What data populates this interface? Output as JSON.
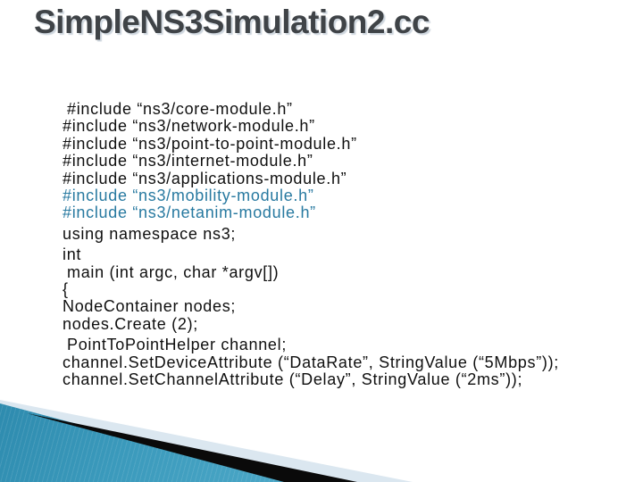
{
  "slide": {
    "title": "SimpleNS3Simulation2.cc",
    "code_lines": [
      {
        "text": "#include “ns3/core-module.h”",
        "color": "dark",
        "gap": false,
        "indent": true
      },
      {
        "text": "#include “ns3/network-module.h”",
        "color": "dark",
        "gap": false,
        "indent": false
      },
      {
        "text": "#include “ns3/point-to-point-module.h”",
        "color": "dark",
        "gap": false,
        "indent": false
      },
      {
        "text": "#include “ns3/internet-module.h”",
        "color": "dark",
        "gap": false,
        "indent": false
      },
      {
        "text": "#include “ns3/applications-module.h”",
        "color": "dark",
        "gap": false,
        "indent": false
      },
      {
        "text": "#include “ns3/mobility-module.h”",
        "color": "teal",
        "gap": false,
        "indent": false
      },
      {
        "text": "#include “ns3/netanim-module.h”",
        "color": "teal",
        "gap": false,
        "indent": false
      },
      {
        "text": "using namespace ns3;",
        "color": "dark",
        "gap": true,
        "indent": false
      },
      {
        "text": "int",
        "color": "dark",
        "gap": true,
        "indent": false
      },
      {
        "text": "main (int argc, char *argv[])",
        "color": "dark",
        "gap": false,
        "indent": true
      },
      {
        "text": "{",
        "color": "dark",
        "gap": false,
        "indent": false
      },
      {
        "text": "NodeContainer nodes;",
        "color": "dark",
        "gap": false,
        "indent": false
      },
      {
        "text": "nodes.Create (2);",
        "color": "dark",
        "gap": false,
        "indent": false
      },
      {
        "text": "PointToPointHelper channel;",
        "color": "dark",
        "gap": true,
        "indent": true
      },
      {
        "text": "channel.SetDeviceAttribute (“DataRate”, StringValue (“5Mbps”));",
        "color": "dark",
        "gap": false,
        "indent": false
      },
      {
        "text": "channel.SetChannelAttribute (“Delay”, StringValue (“2ms”));",
        "color": "dark",
        "gap": false,
        "indent": false
      }
    ],
    "colors": {
      "title_text": "#3f4347",
      "code_text": "#0f0f0f",
      "accent_teal": "#2779a0",
      "wedge_teal_dark": "#156f95",
      "wedge_teal_mid": "#3b9abc",
      "wedge_teal_light": "#55afcd",
      "wedge_pale": "#dbe7f0",
      "wedge_black": "#0a0a0a"
    }
  }
}
